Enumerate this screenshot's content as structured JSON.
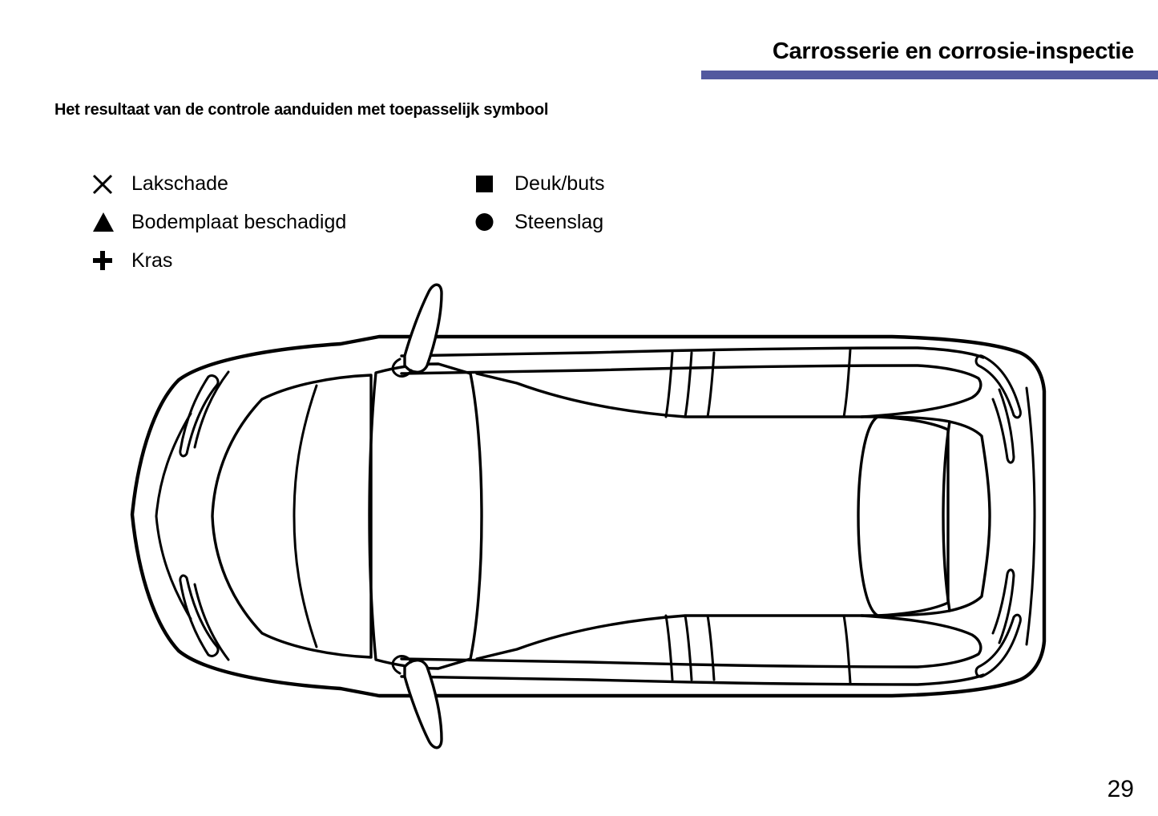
{
  "header": {
    "title": "Carrosserie en corrosie-inspectie",
    "rule_color": "#53599f"
  },
  "legend": {
    "heading": "Het resultaat van de controle aanduiden met toepasselijk symbool",
    "items_left": [
      {
        "symbol": "x-mark-icon",
        "label": "Lakschade"
      },
      {
        "symbol": "triangle-icon",
        "label": "Bodemplaat beschadigd"
      },
      {
        "symbol": "plus-icon",
        "label": "Kras"
      }
    ],
    "items_right": [
      {
        "symbol": "square-icon",
        "label": "Deuk/buts"
      },
      {
        "symbol": "circle-icon",
        "label": "Steenslag"
      }
    ]
  },
  "diagram": {
    "name": "car-top-view-diagram",
    "description": "Top view outline of a car for marking body and corrosion damage",
    "stroke_color": "#000000"
  },
  "footer": {
    "page_number": "29"
  }
}
